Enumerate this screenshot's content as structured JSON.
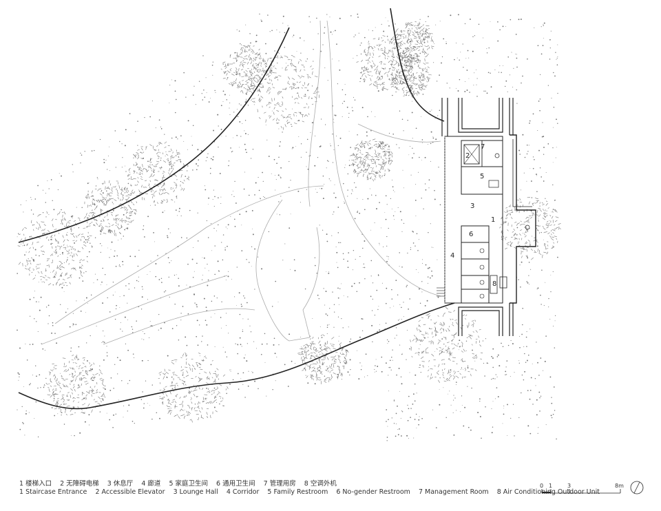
{
  "legend": {
    "cn": [
      "1 楼梯入口",
      "2 无障碍电梯",
      "3 休息厅",
      "4 廊道",
      "5 家庭卫生间",
      "6 通用卫生间",
      "7 管理用房",
      "8 空调外机"
    ],
    "en": [
      "1 Staircase Entrance",
      "2 Accessible Elevator",
      "3 Lounge Hall",
      "4 Corridor",
      "5 Family Restroom",
      "6 No-gender Restroom",
      "7 Management Room",
      "8 Air Conditioning Outdoor Unit"
    ]
  },
  "rooms": [
    "1",
    "2",
    "3",
    "4",
    "5",
    "6",
    "7",
    "8"
  ],
  "scale": {
    "ticks": [
      "0",
      "1",
      "3",
      "8m"
    ]
  },
  "colors": {
    "line": "#222222",
    "vegetation": "#777777",
    "path": "#aaaaaa"
  }
}
